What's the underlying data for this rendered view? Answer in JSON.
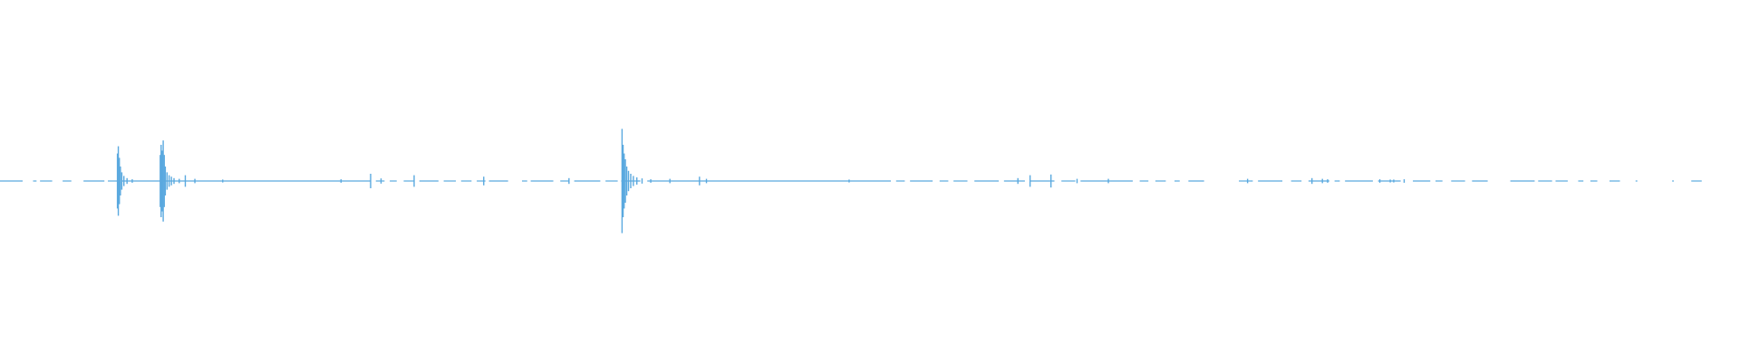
{
  "waveform": {
    "color": "#5aa9df",
    "background": "#ffffff",
    "baseline_line_segments": [
      [
        0.0,
        0.013
      ],
      [
        0.019,
        0.021
      ],
      [
        0.023,
        0.03
      ],
      [
        0.036,
        0.041
      ],
      [
        0.048,
        0.06
      ],
      [
        0.062,
        0.068
      ],
      [
        0.07,
        0.213
      ],
      [
        0.216,
        0.221
      ],
      [
        0.224,
        0.228
      ],
      [
        0.232,
        0.238
      ],
      [
        0.241,
        0.252
      ],
      [
        0.255,
        0.262
      ],
      [
        0.265,
        0.271
      ],
      [
        0.274,
        0.279
      ],
      [
        0.281,
        0.292
      ],
      [
        0.3,
        0.303
      ],
      [
        0.305,
        0.318
      ],
      [
        0.322,
        0.327
      ],
      [
        0.33,
        0.345
      ],
      [
        0.348,
        0.355
      ],
      [
        0.357,
        0.368
      ],
      [
        0.372,
        0.512
      ],
      [
        0.515,
        0.52
      ],
      [
        0.523,
        0.536
      ],
      [
        0.54,
        0.545
      ],
      [
        0.548,
        0.556
      ],
      [
        0.56,
        0.574
      ],
      [
        0.577,
        0.589
      ],
      [
        0.592,
        0.606
      ],
      [
        0.61,
        0.618
      ],
      [
        0.621,
        0.651
      ],
      [
        0.655,
        0.66
      ],
      [
        0.664,
        0.67
      ],
      [
        0.675,
        0.678
      ],
      [
        0.683,
        0.692
      ],
      [
        0.712,
        0.72
      ],
      [
        0.723,
        0.737
      ],
      [
        0.742,
        0.748
      ],
      [
        0.752,
        0.764
      ],
      [
        0.767,
        0.77
      ],
      [
        0.773,
        0.789
      ],
      [
        0.792,
        0.805
      ],
      [
        0.812,
        0.822
      ],
      [
        0.825,
        0.829
      ],
      [
        0.834,
        0.842
      ],
      [
        0.846,
        0.855
      ],
      [
        0.868,
        0.882
      ],
      [
        0.884,
        0.892
      ],
      [
        0.894,
        0.901
      ],
      [
        0.907,
        0.91
      ],
      [
        0.914,
        0.918
      ],
      [
        0.925,
        0.931
      ],
      [
        0.94,
        0.941
      ],
      [
        0.961,
        0.962
      ],
      [
        0.972,
        0.978
      ]
    ],
    "spikes": [
      {
        "t": 0.0675,
        "amp": 0.19
      },
      {
        "t": 0.068,
        "amp": 0.24
      },
      {
        "t": 0.0686,
        "amp": 0.16
      },
      {
        "t": 0.0692,
        "amp": 0.1
      },
      {
        "t": 0.07,
        "amp": 0.06
      },
      {
        "t": 0.0712,
        "amp": 0.035
      },
      {
        "t": 0.073,
        "amp": 0.02
      },
      {
        "t": 0.076,
        "amp": 0.012
      },
      {
        "t": 0.0921,
        "amp": 0.18
      },
      {
        "t": 0.0926,
        "amp": 0.25
      },
      {
        "t": 0.0932,
        "amp": 0.21
      },
      {
        "t": 0.0938,
        "amp": 0.28
      },
      {
        "t": 0.0944,
        "amp": 0.18
      },
      {
        "t": 0.095,
        "amp": 0.1
      },
      {
        "t": 0.096,
        "amp": 0.06
      },
      {
        "t": 0.0972,
        "amp": 0.04
      },
      {
        "t": 0.0985,
        "amp": 0.03
      },
      {
        "t": 0.1,
        "amp": 0.02
      },
      {
        "t": 0.103,
        "amp": 0.015
      },
      {
        "t": 0.1065,
        "amp": 0.04
      },
      {
        "t": 0.112,
        "amp": 0.015
      },
      {
        "t": 0.128,
        "amp": 0.01
      },
      {
        "t": 0.196,
        "amp": 0.012
      },
      {
        "t": 0.213,
        "amp": 0.05
      },
      {
        "t": 0.219,
        "amp": 0.018
      },
      {
        "t": 0.238,
        "amp": 0.04
      },
      {
        "t": 0.278,
        "amp": 0.03
      },
      {
        "t": 0.327,
        "amp": 0.02
      },
      {
        "t": 0.3575,
        "amp": 0.36
      },
      {
        "t": 0.3581,
        "amp": 0.25
      },
      {
        "t": 0.3587,
        "amp": 0.19
      },
      {
        "t": 0.3594,
        "amp": 0.15
      },
      {
        "t": 0.3602,
        "amp": 0.1
      },
      {
        "t": 0.3612,
        "amp": 0.07
      },
      {
        "t": 0.3625,
        "amp": 0.05
      },
      {
        "t": 0.364,
        "amp": 0.035
      },
      {
        "t": 0.366,
        "amp": 0.025
      },
      {
        "t": 0.369,
        "amp": 0.018
      },
      {
        "t": 0.374,
        "amp": 0.012
      },
      {
        "t": 0.385,
        "amp": 0.015
      },
      {
        "t": 0.402,
        "amp": 0.03
      },
      {
        "t": 0.406,
        "amp": 0.015
      },
      {
        "t": 0.488,
        "amp": 0.01
      },
      {
        "t": 0.585,
        "amp": 0.02
      },
      {
        "t": 0.592,
        "amp": 0.04
      },
      {
        "t": 0.604,
        "amp": 0.045
      },
      {
        "t": 0.619,
        "amp": 0.015
      },
      {
        "t": 0.637,
        "amp": 0.015
      },
      {
        "t": 0.717,
        "amp": 0.015
      },
      {
        "t": 0.754,
        "amp": 0.02
      },
      {
        "t": 0.76,
        "amp": 0.015
      },
      {
        "t": 0.763,
        "amp": 0.012
      },
      {
        "t": 0.793,
        "amp": 0.012
      },
      {
        "t": 0.799,
        "amp": 0.01
      },
      {
        "t": 0.801,
        "amp": 0.01
      },
      {
        "t": 0.807,
        "amp": 0.012
      }
    ]
  }
}
